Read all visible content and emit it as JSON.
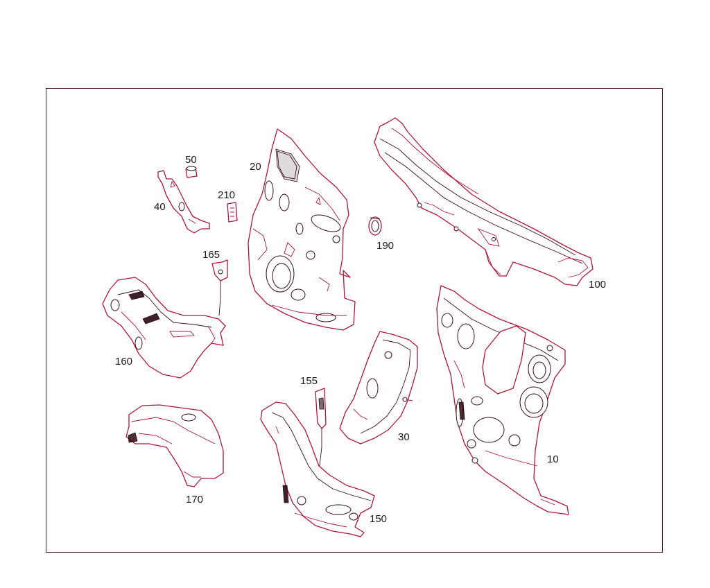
{
  "diagram": {
    "labels": [
      {
        "id": "part-10",
        "text": "10"
      },
      {
        "id": "part-20",
        "text": "20"
      },
      {
        "id": "part-30",
        "text": "30"
      },
      {
        "id": "part-40",
        "text": "40"
      },
      {
        "id": "part-50",
        "text": "50"
      },
      {
        "id": "part-100",
        "text": "100"
      },
      {
        "id": "part-150",
        "text": "150"
      },
      {
        "id": "part-155",
        "text": "155"
      },
      {
        "id": "part-160",
        "text": "160"
      },
      {
        "id": "part-165",
        "text": "165"
      },
      {
        "id": "part-170",
        "text": "170"
      },
      {
        "id": "part-190",
        "text": "190"
      },
      {
        "id": "part-210",
        "text": "210"
      }
    ],
    "colors": {
      "frame": "#5a1a28",
      "outline": "#b01538",
      "line_dark": "#3a0d18",
      "text": "#1a1a1a",
      "background": "#ffffff"
    }
  }
}
